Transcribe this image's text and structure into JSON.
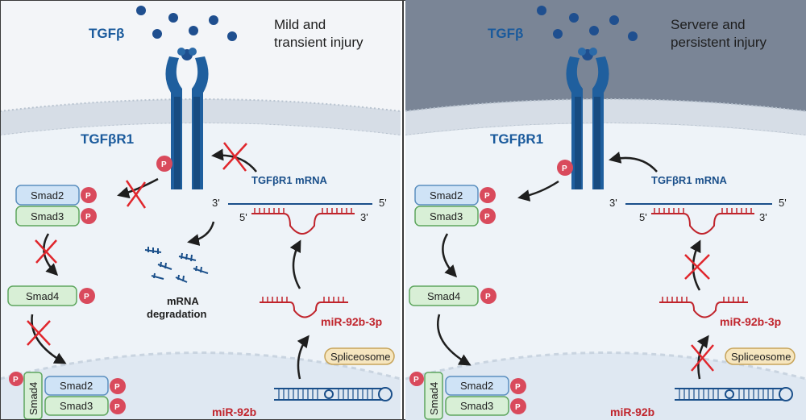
{
  "panels": [
    {
      "id": "left",
      "title_line1": "Mild and",
      "title_line2": "transient injury",
      "ligand": "TGFβ",
      "receptor": "TGFβR1",
      "smad2": "Smad2",
      "smad3": "Smad3",
      "smad4": "Smad4",
      "phospho": "P",
      "mrna_label": "TGFβR1 mRNA",
      "three_prime": "3'",
      "five_prime": "5'",
      "degradation_line1": "mRNA",
      "degradation_line2": "degradation",
      "mirna_mature": "miR-92b-3p",
      "spliceosome": "Spliceosome",
      "mirna_precursor": "miR-92b",
      "smad4_vertical": "Smad4"
    },
    {
      "id": "right",
      "title_line1": "Servere and",
      "title_line2": "persistent injury",
      "ligand": "TGFβ",
      "receptor": "TGFβR1",
      "smad2": "Smad2",
      "smad3": "Smad3",
      "smad4": "Smad4",
      "phospho": "P",
      "mrna_label": "TGFβR1 mRNA",
      "three_prime": "3'",
      "five_prime": "5'",
      "mirna_mature": "miR-92b-3p",
      "spliceosome": "Spliceosome",
      "mirna_precursor": "miR-92b",
      "smad4_vertical": "Smad4"
    }
  ],
  "colors": {
    "left_bg": "#f2f5f8",
    "right_bg": "#7a8596",
    "membrane": "#cfd8e2",
    "cytoplasm": "#eef3f8",
    "nucleus": "#dde7f1",
    "receptor": "#1f5f9e",
    "ligand": "#1f4f8f",
    "smad_blue": "#cfe3f6",
    "smad_green": "#d8efd6",
    "phospho": "#d94a5c",
    "mirna": "#c0242c",
    "spliceosome_fill": "#f6e6bf",
    "block_x": "#e0262c"
  }
}
